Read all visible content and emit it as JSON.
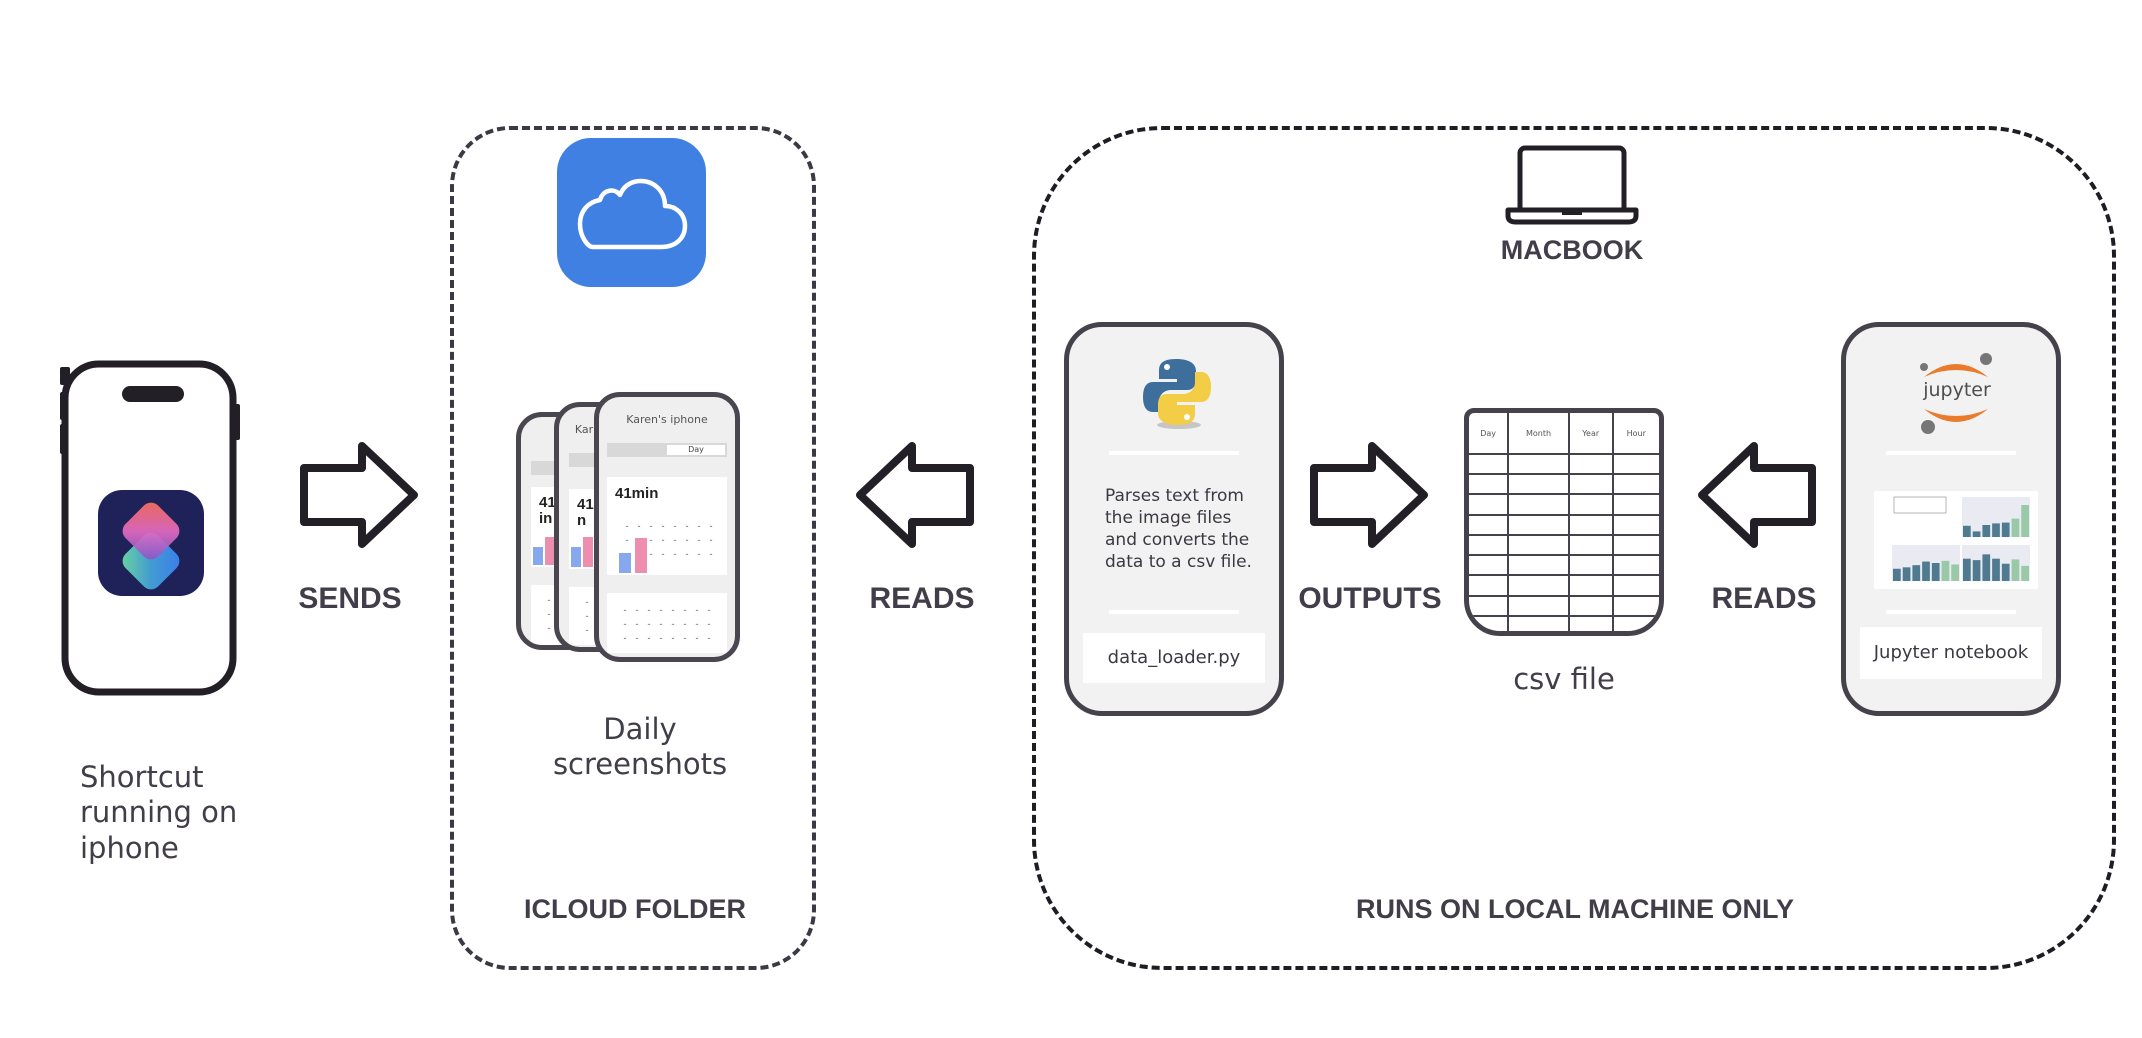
{
  "diagram": {
    "iphone": {
      "app_icon": "shortcuts-app-icon",
      "label": "Shortcut running on iphone"
    },
    "arrows": {
      "sends": "SENDS",
      "reads_left": "READS",
      "outputs": "OUTPUTS",
      "reads_right": "READS"
    },
    "icloud_folder": {
      "title": "ICLOUD FOLDER",
      "icon": "icloud-icon",
      "screenshots": {
        "device_name": "Karen's iphone",
        "segment_label": "Day",
        "screen_time": "41min",
        "clipped_time_1": "41m\nin",
        "clipped_time_2": "41mi\nn",
        "clipped_name": "Kar"
      },
      "label": "Daily screenshots"
    },
    "macbook": {
      "title": "MACBOOK",
      "footer_title": "RUNS ON LOCAL MACHINE ONLY",
      "python_card": {
        "icon": "python-logo",
        "description": "Parses text from the image files and converts the data to a csv file.",
        "filename": "data_loader.py"
      },
      "csv": {
        "columns": [
          "Day",
          "Month",
          "Year",
          "Hour"
        ],
        "empty_rows": 9,
        "label": "csv file"
      },
      "jupyter_card": {
        "icon": "jupyter-logo",
        "logo_text": "jupyter",
        "label": "Jupyter notebook"
      }
    }
  },
  "colors": {
    "ink": "#423e49",
    "icloud_blue": "#4080e2",
    "shortcuts_bg": "#1f2259",
    "jupyter_orange": "#e97b2d",
    "python_blue": "#3e6e9c",
    "python_yellow": "#f2cd45",
    "screen_pink": "#ee8eae",
    "screen_blue": "#87a7ef",
    "chart_teal": "#4f7a8f",
    "chart_green": "#99c9a7"
  }
}
